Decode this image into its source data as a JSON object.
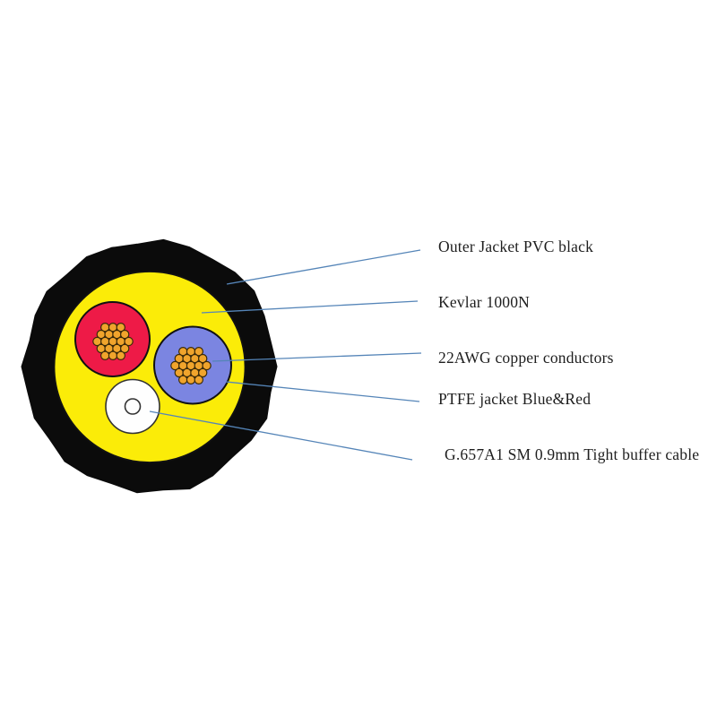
{
  "diagram": {
    "title": "fiber-copper hybrid cable cross-section",
    "labels": {
      "outer_jacket": "Outer Jacket PVC black",
      "kevlar": "Kevlar 1000N",
      "copper": "22AWG copper conductors",
      "ptfe": "PTFE jacket Blue&Red",
      "fiber": "G.657A1 SM 0.9mm Tight buffer cable"
    },
    "colors": {
      "background": "#ffffff",
      "outer_jacket_black": "#0b0b0b",
      "kevlar_yellow": "#fbec08",
      "ptfe_red": "#ee1a47",
      "ptfe_blue": "#7b85e1",
      "copper_orange": "#f0a42c",
      "strand_outline": "#3a2a08",
      "circle_outline": "#111111",
      "fiber_white": "#fefefe",
      "leader_line_blue": "#5585b8",
      "text": "#1e1e1e"
    }
  }
}
